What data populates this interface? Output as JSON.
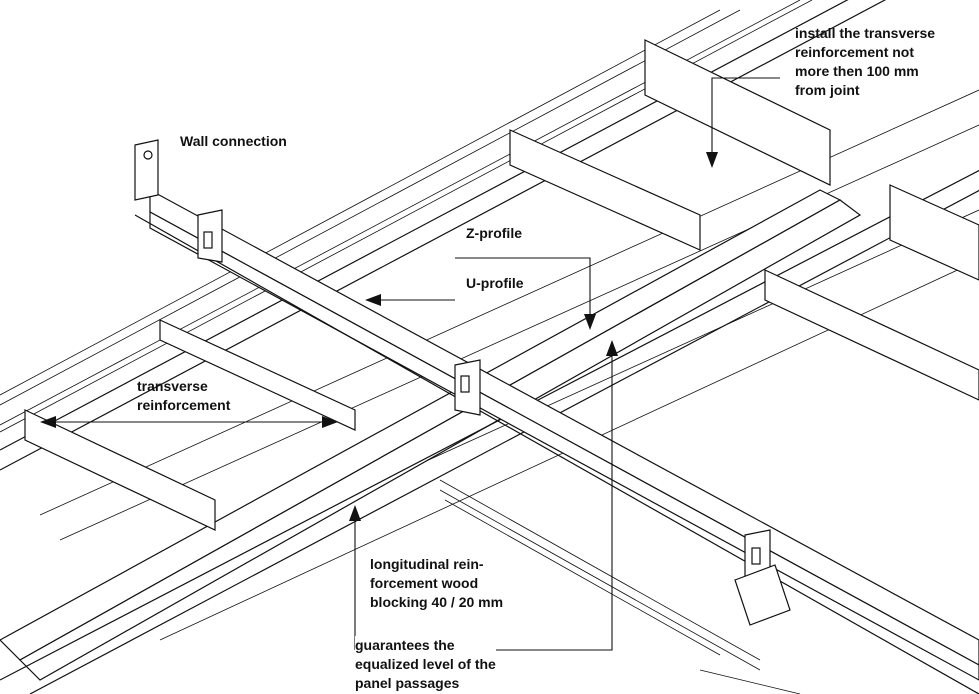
{
  "labels": {
    "install_note": "install the transverse\nreinforcement not\nmore then 100 mm\nfrom joint",
    "wall_connection": "Wall connection",
    "z_profile": "Z-profile",
    "u_profile": "U-profile",
    "transverse_reinforcement": "transverse\nreinforcement",
    "longitudinal": "longitudinal rein-\nforcement wood\nblocking 40 / 20 mm",
    "guarantees": "guarantees the\nequalized level of the\npanel passages"
  }
}
